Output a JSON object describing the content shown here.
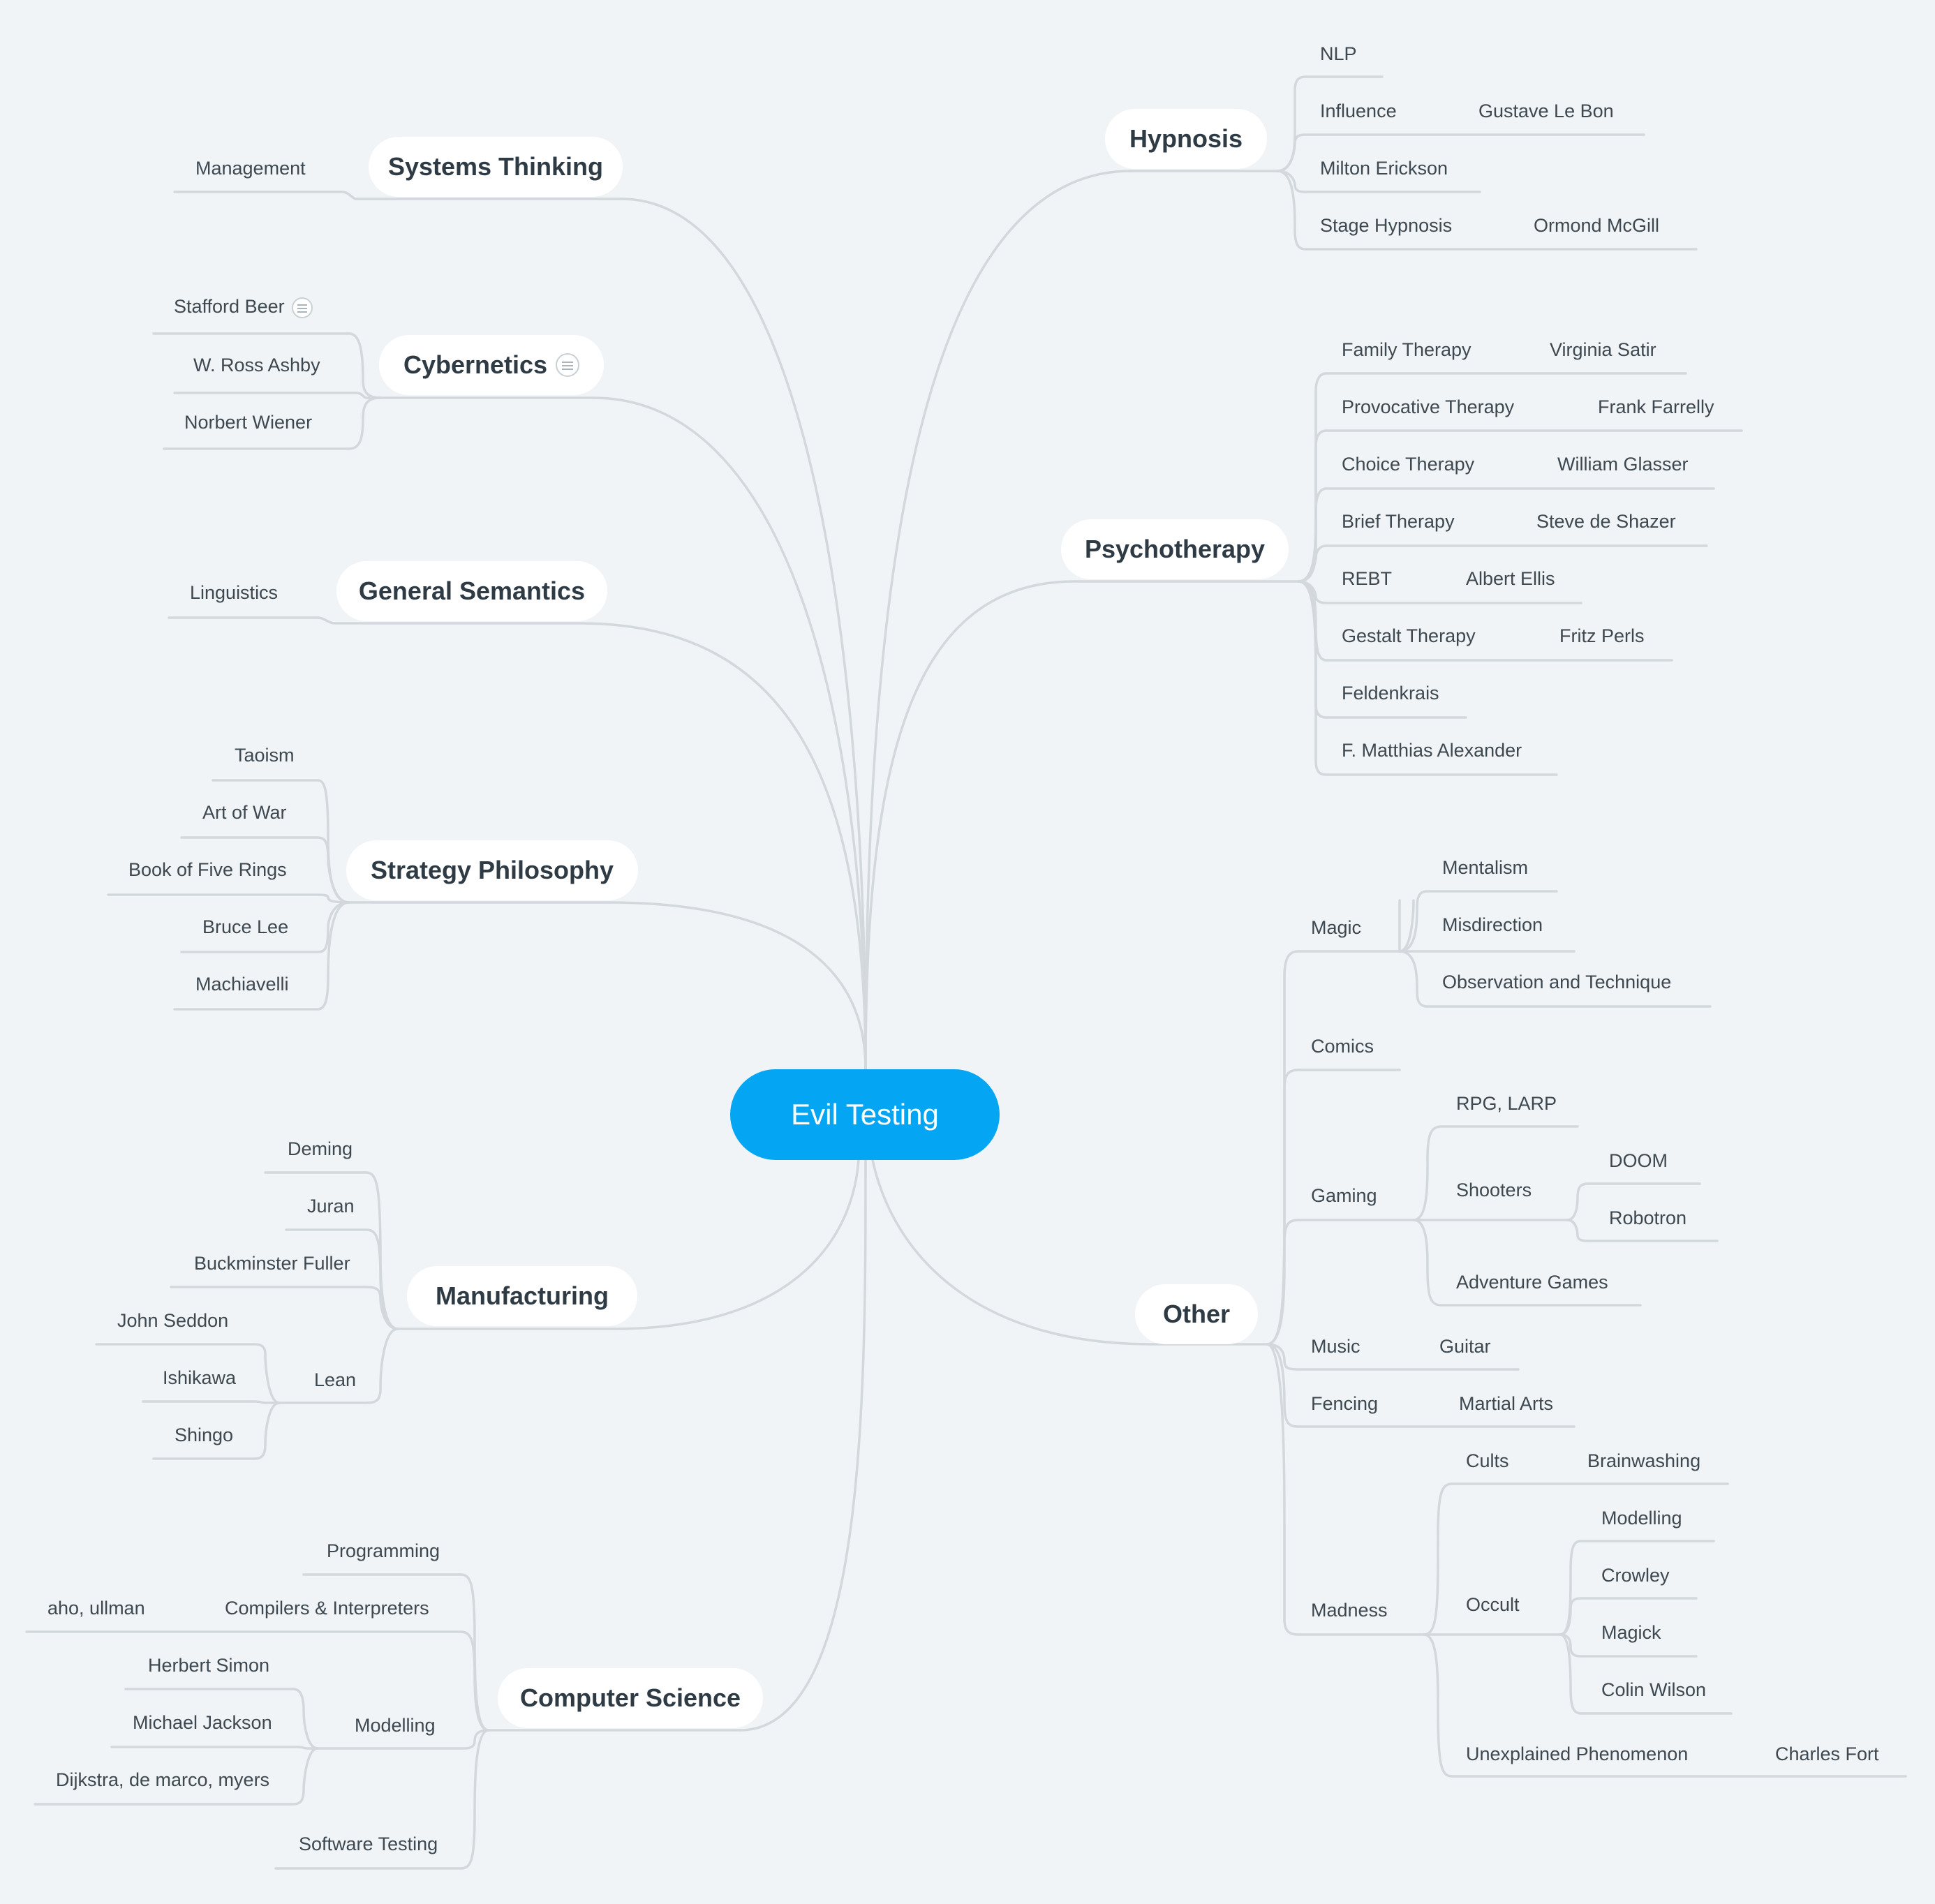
{
  "root": {
    "label": "Evil Testing"
  },
  "branches": {
    "hypnosis": {
      "label": "Hypnosis",
      "items": [
        "NLP",
        "Influence",
        "Gustave Le Bon",
        "Milton Erickson",
        "Stage Hypnosis",
        "Ormond McGill"
      ]
    },
    "psychotherapy": {
      "label": "Psychotherapy",
      "items": [
        "Family Therapy",
        "Virginia Satir",
        "Provocative Therapy",
        "Frank Farrelly",
        "Choice Therapy",
        "William Glasser",
        "Brief Therapy",
        "Steve de Shazer",
        "REBT",
        "Albert Ellis",
        "Gestalt Therapy",
        "Fritz Perls",
        "Feldenkrais",
        "F. Matthias Alexander"
      ]
    },
    "other": {
      "label": "Other",
      "items": [
        "Magic",
        "Mentalism",
        "Misdirection",
        "Observation and Technique",
        "Comics",
        "Gaming",
        "RPG, LARP",
        "Shooters",
        "DOOM",
        "Robotron",
        "Adventure Games",
        "Music",
        "Guitar",
        "Fencing",
        "Martial Arts",
        "Madness",
        "Cults",
        "Brainwashing",
        "Occult",
        "Modelling",
        "Crowley",
        "Magick",
        "Colin Wilson",
        "Unexplained Phenomenon",
        "Charles Fort"
      ]
    },
    "systems_thinking": {
      "label": "Systems Thinking",
      "items": [
        "Management"
      ]
    },
    "cybernetics": {
      "label": "Cybernetics",
      "items": [
        "Stafford Beer",
        "W. Ross Ashby",
        "Norbert Wiener"
      ]
    },
    "general_semantics": {
      "label": "General Semantics",
      "items": [
        "Linguistics"
      ]
    },
    "strategy_philosophy": {
      "label": "Strategy Philosophy",
      "items": [
        "Taoism",
        "Art of War",
        "Book of Five Rings",
        "Bruce Lee",
        "Machiavelli"
      ]
    },
    "manufacturing": {
      "label": "Manufacturing",
      "items": [
        "Deming",
        "Juran",
        "Buckminster Fuller",
        "Lean",
        "John Seddon",
        "Ishikawa",
        "Shingo"
      ]
    },
    "computer_science": {
      "label": "Computer Science",
      "items": [
        "Programming",
        "Compilers & Interpreters",
        "aho, ullman",
        "Modelling",
        "Herbert Simon",
        "Michael Jackson",
        "Dijkstra, de marco, myers",
        "Software Testing"
      ]
    }
  },
  "colors": {
    "background": "#f0f4f6",
    "root": "#04a6f4",
    "line": "#d2d8dc",
    "text": "#3e4850"
  }
}
